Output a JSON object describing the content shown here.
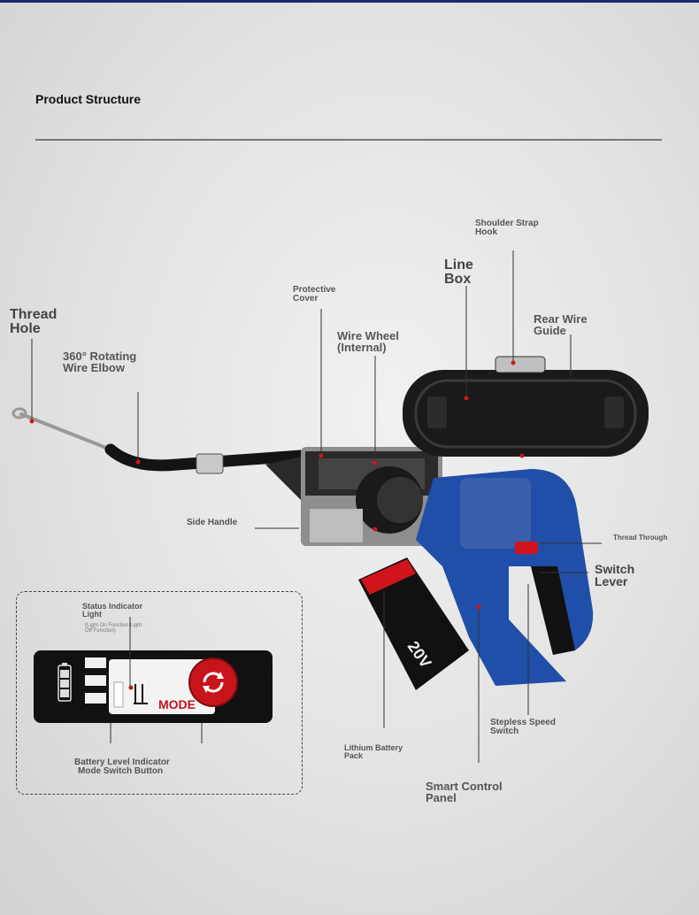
{
  "page": {
    "title": "Product Structure"
  },
  "labels": {
    "thread_hole": "Thread\nHole",
    "rotating_elbow": "360° Rotating\nWire Elbow",
    "protective_cover": "Protective\nCover",
    "wire_wheel": "Wire Wheel\n(Internal)",
    "line_box": "Line\nBox",
    "shoulder_strap_hook": "Shoulder Strap\nHook",
    "rear_wire_guide": "Rear Wire\nGuide",
    "side_handle": "Side Handle",
    "thread_through": "Thread Through",
    "switch_lever": "Switch\nLever",
    "stepless_speed_switch": "Stepless Speed\nSwitch",
    "lithium_battery_pack": "Lithium Battery\nPack",
    "smart_control_panel": "Smart Control\nPanel"
  },
  "inset": {
    "status_indicator": "Status Indicator\nLight",
    "status_indicator_note": "(Light On Function Light\nOff Function)",
    "battery_level_indicator": "Battery Level Indicator",
    "mode_switch_button": "Mode Switch Button",
    "panel_mode_text": "MODE"
  },
  "battery_text": "20V",
  "colors": {
    "body_blue": "#1f4fa8",
    "body_dark": "#1a1a1a",
    "accent_red": "#d1141c",
    "label_gray": "#555555"
  }
}
